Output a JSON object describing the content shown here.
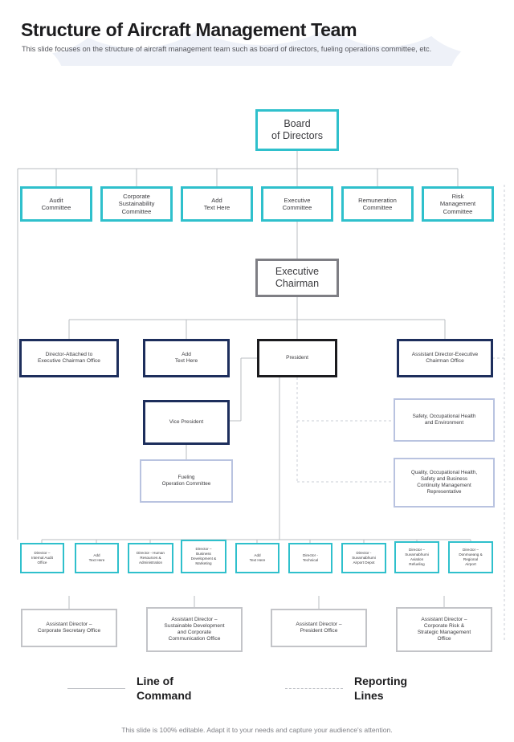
{
  "header": {
    "title": "Structure of Aircraft Management Team",
    "subtitle": "This slide focuses on the structure of aircraft management team such as board of directors, fueling operations committee, etc."
  },
  "colors": {
    "teal": "#2fc0cc",
    "gray": "#7e7e84",
    "navy": "#1d2e5c",
    "black": "#1b1b1e",
    "lavender": "#b9c3e0",
    "light_gray": "#c3c4c8",
    "header_band": "#eef1f8"
  },
  "chart_data": {
    "type": "diagram",
    "title": "Structure of Aircraft Management Team",
    "levels": [
      {
        "name": "board",
        "nodes": [
          {
            "id": "board-of-directors",
            "label": "Board\nof Directors",
            "style": "teal"
          }
        ]
      },
      {
        "name": "committees",
        "nodes": [
          {
            "id": "audit-committee",
            "label": "Audit\nCommittee",
            "style": "teal"
          },
          {
            "id": "corporate-sustainability-committee",
            "label": "Corporate\nSustainability\nCommittee",
            "style": "teal"
          },
          {
            "id": "add-text-here-committee",
            "label": "Add\nText Here",
            "style": "teal"
          },
          {
            "id": "executive-committee",
            "label": "Executive\nCommittee",
            "style": "teal"
          },
          {
            "id": "remuneration-committee",
            "label": "Remuneration\nCommittee",
            "style": "teal"
          },
          {
            "id": "risk-management-committee",
            "label": "Risk\nManagement\nCommittee",
            "style": "teal"
          }
        ]
      },
      {
        "name": "executive-chairman",
        "nodes": [
          {
            "id": "executive-chairman",
            "label": "Executive\nChairman",
            "style": "gray"
          }
        ]
      },
      {
        "name": "directors",
        "nodes": [
          {
            "id": "director-attached-executive-chairman-office",
            "label": "Director-Attached to\nExecutive Chairman Office",
            "style": "navy"
          },
          {
            "id": "add-text-here-director",
            "label": "Add\nText Here",
            "style": "navy"
          },
          {
            "id": "president",
            "label": "President",
            "style": "black"
          },
          {
            "id": "assistant-director-executive-chairman-office",
            "label": "Assistant Director-Executive\nChairman Office",
            "style": "navy"
          }
        ]
      },
      {
        "name": "vice-president-row",
        "nodes": [
          {
            "id": "vice-president",
            "label": "Vice President",
            "style": "navy"
          },
          {
            "id": "safety-occupational-health-environment",
            "label": "Safety, Occupational Health\nand Environment",
            "style": "lavender"
          }
        ]
      },
      {
        "name": "fueling-row",
        "nodes": [
          {
            "id": "fueling-operation-committee",
            "label": "Fueling\nOperation Committee",
            "style": "lavender"
          },
          {
            "id": "quality-occupational-health-safety-business-continuity",
            "label": "Quality, Occupational Health,\nSafety and Business\nContinuity Management\nRepresentative",
            "style": "lavender"
          }
        ]
      },
      {
        "name": "directors-small",
        "nodes": [
          {
            "id": "director-internal-audit-office",
            "label": "Director –\nInternal Audit\nOffice",
            "style": "teal"
          },
          {
            "id": "add-text-here-small-1",
            "label": "Add\nText Here",
            "style": "teal"
          },
          {
            "id": "director-human-resources-administration",
            "label": "Director - Human\nResources &\nAdministration",
            "style": "teal"
          },
          {
            "id": "director-business-development-marketing",
            "label": "Director –\nBusiness\nDevelopment &\nMarketing",
            "style": "teal"
          },
          {
            "id": "add-text-here-small-2",
            "label": "Add\nText Here",
            "style": "teal"
          },
          {
            "id": "director-technical",
            "label": "Director -\nTechnical",
            "style": "teal"
          },
          {
            "id": "director-suvarnabhumi-airport-depot",
            "label": "Director -\nSuvarnabhumi\nAirport Depot",
            "style": "teal"
          },
          {
            "id": "director-suvarnabhumi-aviation-refueling",
            "label": "Director –\nSuvarnabhumi\nAviation\nRefueling",
            "style": "teal"
          },
          {
            "id": "director-donmueang-regional-airport",
            "label": "Director –\nDonmueang &\nRegional\nAirport",
            "style": "teal"
          }
        ]
      },
      {
        "name": "assistant-directors",
        "nodes": [
          {
            "id": "assistant-director-corporate-secretary-office",
            "label": "Assistant Director –\nCorporate Secretary Office",
            "style": "light_gray"
          },
          {
            "id": "assistant-director-sustainable-development",
            "label": "Assistant Director –\nSustainable Development\nand Corporate\nCommunication Office",
            "style": "light_gray"
          },
          {
            "id": "assistant-director-president-office",
            "label": "Assistant Director –\nPresident Office",
            "style": "light_gray"
          },
          {
            "id": "assistant-director-corporate-risk-strategic-management",
            "label": "Assistant Director –\nCorporate Risk &\nStrategic Management\nOffice",
            "style": "light_gray"
          }
        ]
      }
    ]
  },
  "legend": [
    {
      "id": "line-of-command",
      "label": "Line of\nCommand",
      "line_style": "solid"
    },
    {
      "id": "reporting-lines",
      "label": "Reporting\nLines",
      "line_style": "dashed"
    }
  ],
  "footer": {
    "note": "This slide is 100% editable. Adapt it to your needs and capture your audience's attention."
  }
}
